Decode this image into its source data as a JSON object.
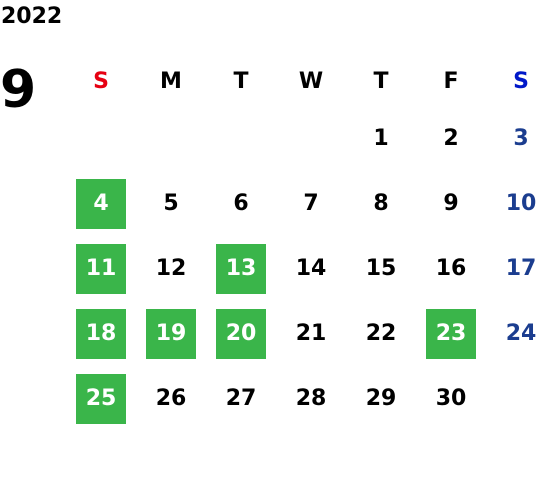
{
  "calendar": {
    "year": "2022",
    "month": "9",
    "colors": {
      "sunday_header": "#e60012",
      "saturday_header": "#0018c9",
      "saturday_day": "#1b3d8f",
      "highlight_bg": "#3ab54a",
      "highlight_text": "#ffffff",
      "day_text": "#000000"
    },
    "weekdays": [
      "S",
      "M",
      "T",
      "W",
      "T",
      "F",
      "S"
    ],
    "weeks": [
      [
        "",
        "",
        "",
        "",
        "1",
        "2",
        "3"
      ],
      [
        "4",
        "5",
        "6",
        "7",
        "8",
        "9",
        "10"
      ],
      [
        "11",
        "12",
        "13",
        "14",
        "15",
        "16",
        "17"
      ],
      [
        "18",
        "19",
        "20",
        "21",
        "22",
        "23",
        "24"
      ],
      [
        "25",
        "26",
        "27",
        "28",
        "29",
        "30",
        ""
      ]
    ],
    "highlighted_days": [
      "4",
      "11",
      "13",
      "18",
      "19",
      "20",
      "23",
      "25"
    ]
  }
}
